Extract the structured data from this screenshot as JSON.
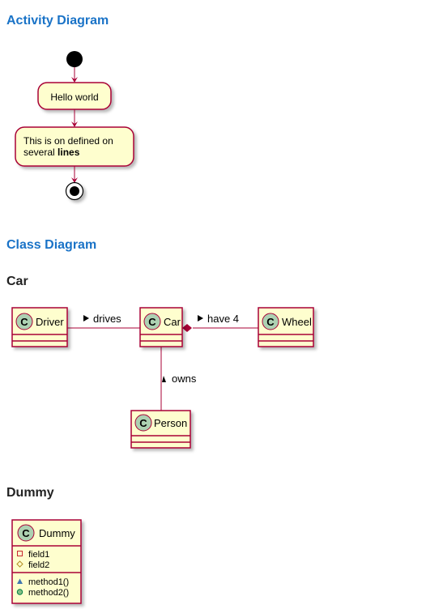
{
  "activity": {
    "heading": "Activity Diagram",
    "steps": [
      "Hello world"
    ],
    "multiline": {
      "line1": "This is on defined on",
      "line2_plain": "several ",
      "line2_bold": "lines"
    }
  },
  "class_diagram": {
    "heading": "Class Diagram",
    "car_section": {
      "heading": "Car",
      "classes": {
        "driver": "Driver",
        "car": "Car",
        "wheel": "Wheel",
        "person": "Person"
      },
      "relations": {
        "drives": "drives",
        "have": "have 4",
        "owns": "owns"
      }
    },
    "dummy_section": {
      "heading": "Dummy",
      "class_name": "Dummy",
      "fields": [
        "field1",
        "field2"
      ],
      "methods": [
        "method1()",
        "method2()"
      ]
    }
  },
  "colors": {
    "heading": "#1a73c7",
    "box_fill": "#fefece",
    "border": "#a80036",
    "circle": "#add1b2"
  }
}
